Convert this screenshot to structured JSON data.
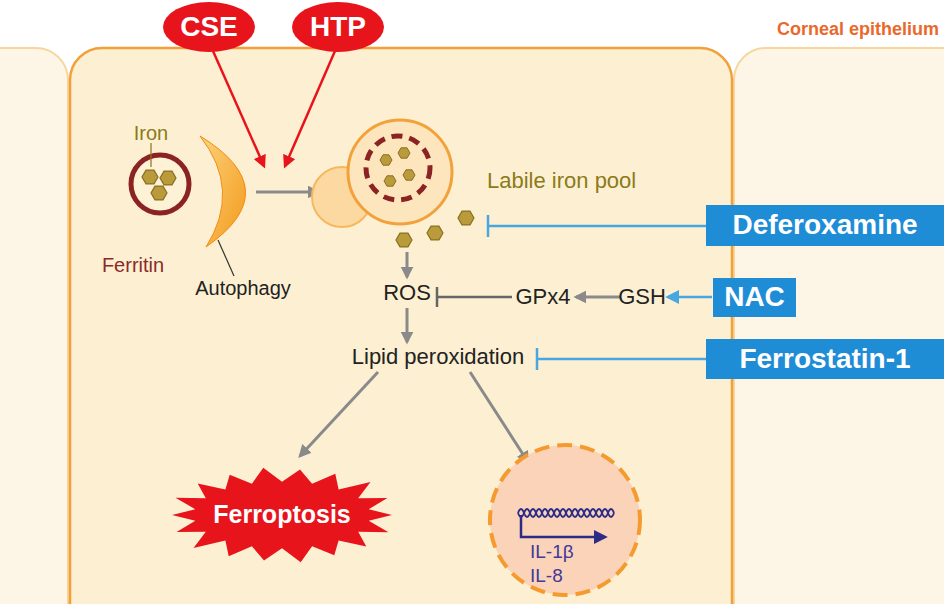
{
  "diagram": {
    "nodes": [
      {
        "text": [
          "CSE"
        ]
      },
      {
        "text": [
          "HTP"
        ]
      },
      {
        "text": [
          "Deferoxamine"
        ]
      },
      {
        "text": [
          "NAC"
        ]
      },
      {
        "text": [
          "Ferrostatin-1"
        ]
      },
      {
        "text": [
          "Ferroptosis"
        ]
      },
      {
        "text": [
          "IL-1β",
          "IL-8"
        ]
      }
    ],
    "labels": [
      "Corneal epithelium",
      "Iron",
      "Ferritin",
      "Autophagy",
      "Labile iron pool",
      "ROS",
      "GPx4",
      "GSH",
      "Lipid peroxidation"
    ]
  }
}
